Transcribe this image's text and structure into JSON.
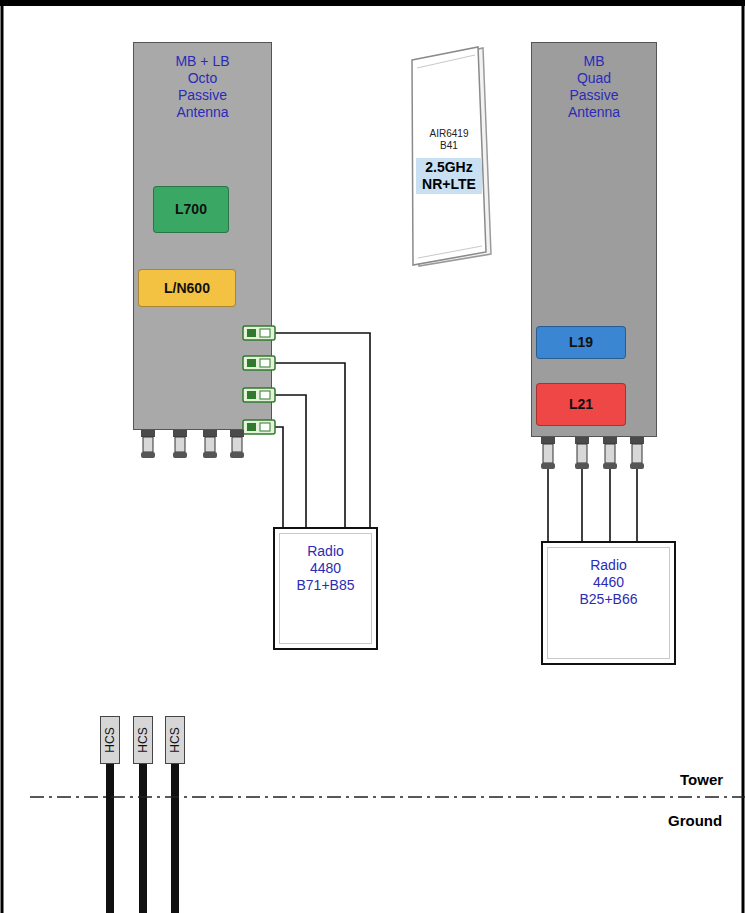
{
  "diagram": {
    "nodes": [
      {
        "text": [
          "MB + LB Octo Passive Antenna"
        ]
      },
      {
        "text": [
          "L700"
        ],
        "in": 0
      },
      {
        "text": [
          "L/N600"
        ],
        "in": 0
      },
      {
        "text": [
          "AIR6419 B41",
          "2.5GHz NR+LTE"
        ]
      },
      {
        "text": [
          "MB Quad Passive Antenna"
        ]
      },
      {
        "text": [
          "L19"
        ],
        "in": 4
      },
      {
        "text": [
          "L21"
        ],
        "in": 4
      },
      {
        "text": [
          "Radio 4480 B71+B85"
        ]
      },
      {
        "text": [
          "Radio 4460 B25+B66"
        ]
      },
      {
        "text": [
          "HCS"
        ]
      },
      {
        "text": [
          "HCS"
        ]
      },
      {
        "text": [
          "HCS"
        ]
      }
    ],
    "edges": [
      {
        "from": 0,
        "to": 7,
        "arrow": "none"
      },
      {
        "from": 0,
        "to": 7,
        "arrow": "none"
      },
      {
        "from": 0,
        "to": 7,
        "arrow": "none"
      },
      {
        "from": 0,
        "to": 7,
        "arrow": "none"
      },
      {
        "from": 4,
        "to": 8,
        "arrow": "none"
      },
      {
        "from": 4,
        "to": 8,
        "arrow": "none"
      },
      {
        "from": 4,
        "to": 8,
        "arrow": "none"
      },
      {
        "from": 4,
        "to": 8,
        "arrow": "none"
      }
    ],
    "labels": [
      "Tower",
      "Ground"
    ]
  }
}
